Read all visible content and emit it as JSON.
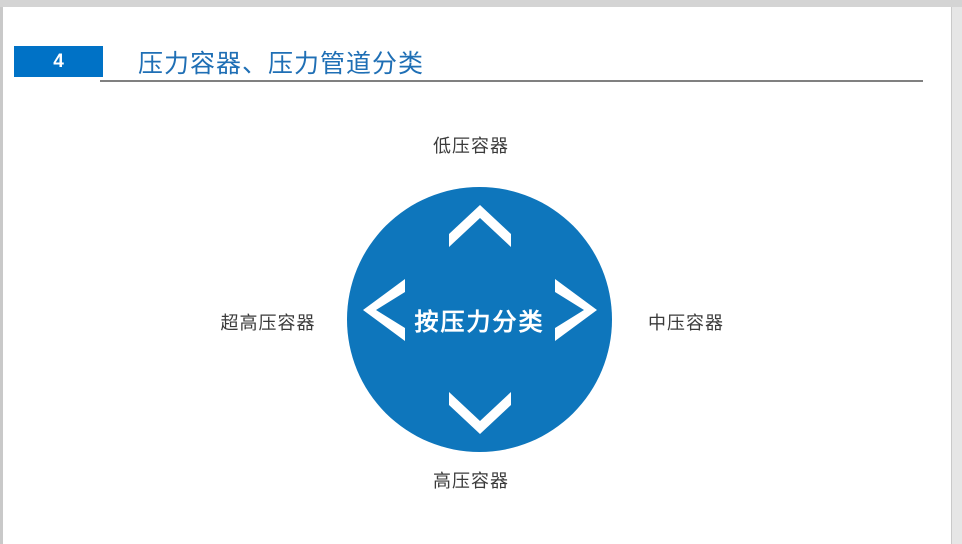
{
  "window": {
    "frame_color": "#d4d4d4",
    "canvas_background": "#ffffff"
  },
  "header": {
    "slide_number": "4",
    "title": "压力容器、压力管道分类",
    "number_box_color": "#0072c6",
    "title_color": "#1f6fb5",
    "rule_color": "#808080"
  },
  "diagram": {
    "type": "radial-hub-and-spoke",
    "hub": {
      "label": "按压力分类",
      "fill_color": "#0e76bc",
      "text_color": "#ffffff"
    },
    "arrows": [
      {
        "name": "chevron-up-icon",
        "direction": "up"
      },
      {
        "name": "chevron-right-icon",
        "direction": "right"
      },
      {
        "name": "chevron-down-icon",
        "direction": "down"
      },
      {
        "name": "chevron-left-icon",
        "direction": "left"
      }
    ],
    "satellites": [
      {
        "position": "top",
        "label": "低压容器"
      },
      {
        "position": "right",
        "label": "中压容器"
      },
      {
        "position": "bottom",
        "label": "高压容器"
      },
      {
        "position": "left",
        "label": "超高压容器"
      }
    ],
    "label_color": "#3b3b3b"
  }
}
